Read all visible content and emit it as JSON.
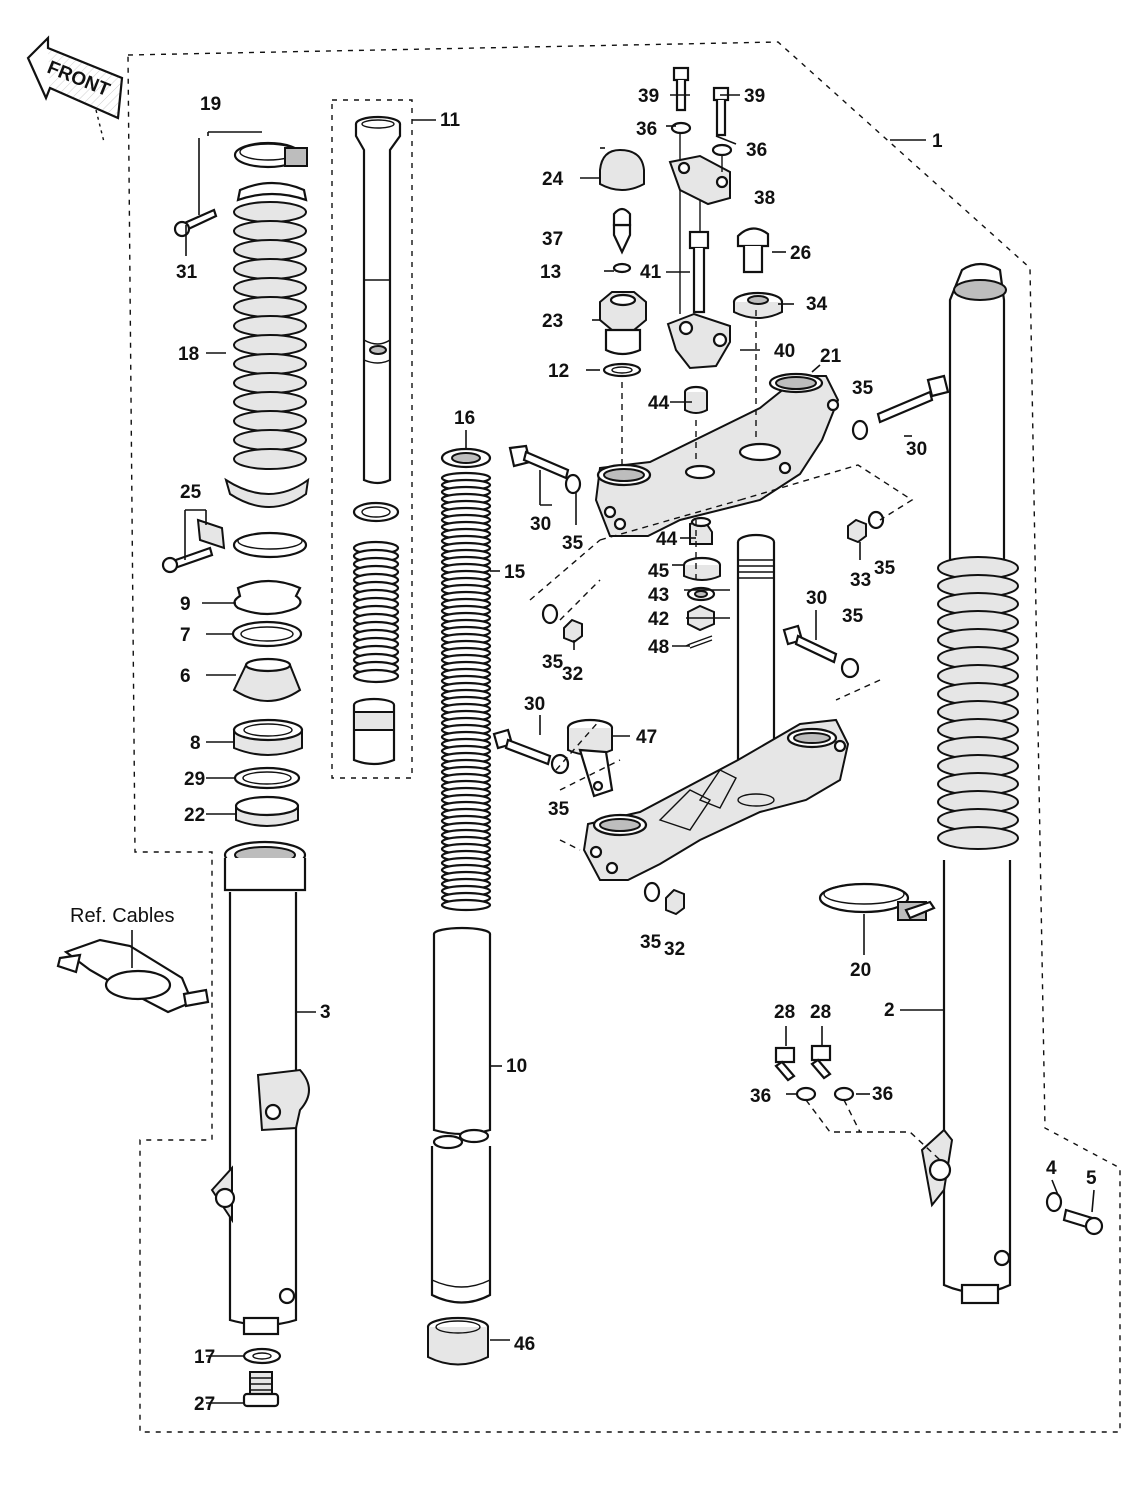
{
  "front_arrow": {
    "text": "FRONT"
  },
  "ref_cables": {
    "text": "Ref. Cables"
  },
  "callouts": {
    "c1": "1",
    "c2": "2",
    "c3": "3",
    "c4": "4",
    "c5": "5",
    "c6": "6",
    "c7": "7",
    "c8": "8",
    "c9": "9",
    "c10": "10",
    "c11": "11",
    "c12": "12",
    "c13": "13",
    "c15": "15",
    "c16": "16",
    "c17": "17",
    "c18": "18",
    "c19": "19",
    "c20": "20",
    "c21": "21",
    "c22": "22",
    "c23": "23",
    "c24": "24",
    "c25": "25",
    "c26": "26",
    "c27": "27",
    "c28": "28",
    "c29": "29",
    "c30": "30",
    "c31": "31",
    "c32": "32",
    "c33": "33",
    "c34": "34",
    "c35": "35",
    "c36": "36",
    "c37": "37",
    "c38": "38",
    "c39": "39",
    "c40": "40",
    "c41": "41",
    "c42": "42",
    "c43": "43",
    "c44": "44",
    "c45": "45",
    "c46": "46",
    "c47": "47",
    "c48": "48"
  }
}
